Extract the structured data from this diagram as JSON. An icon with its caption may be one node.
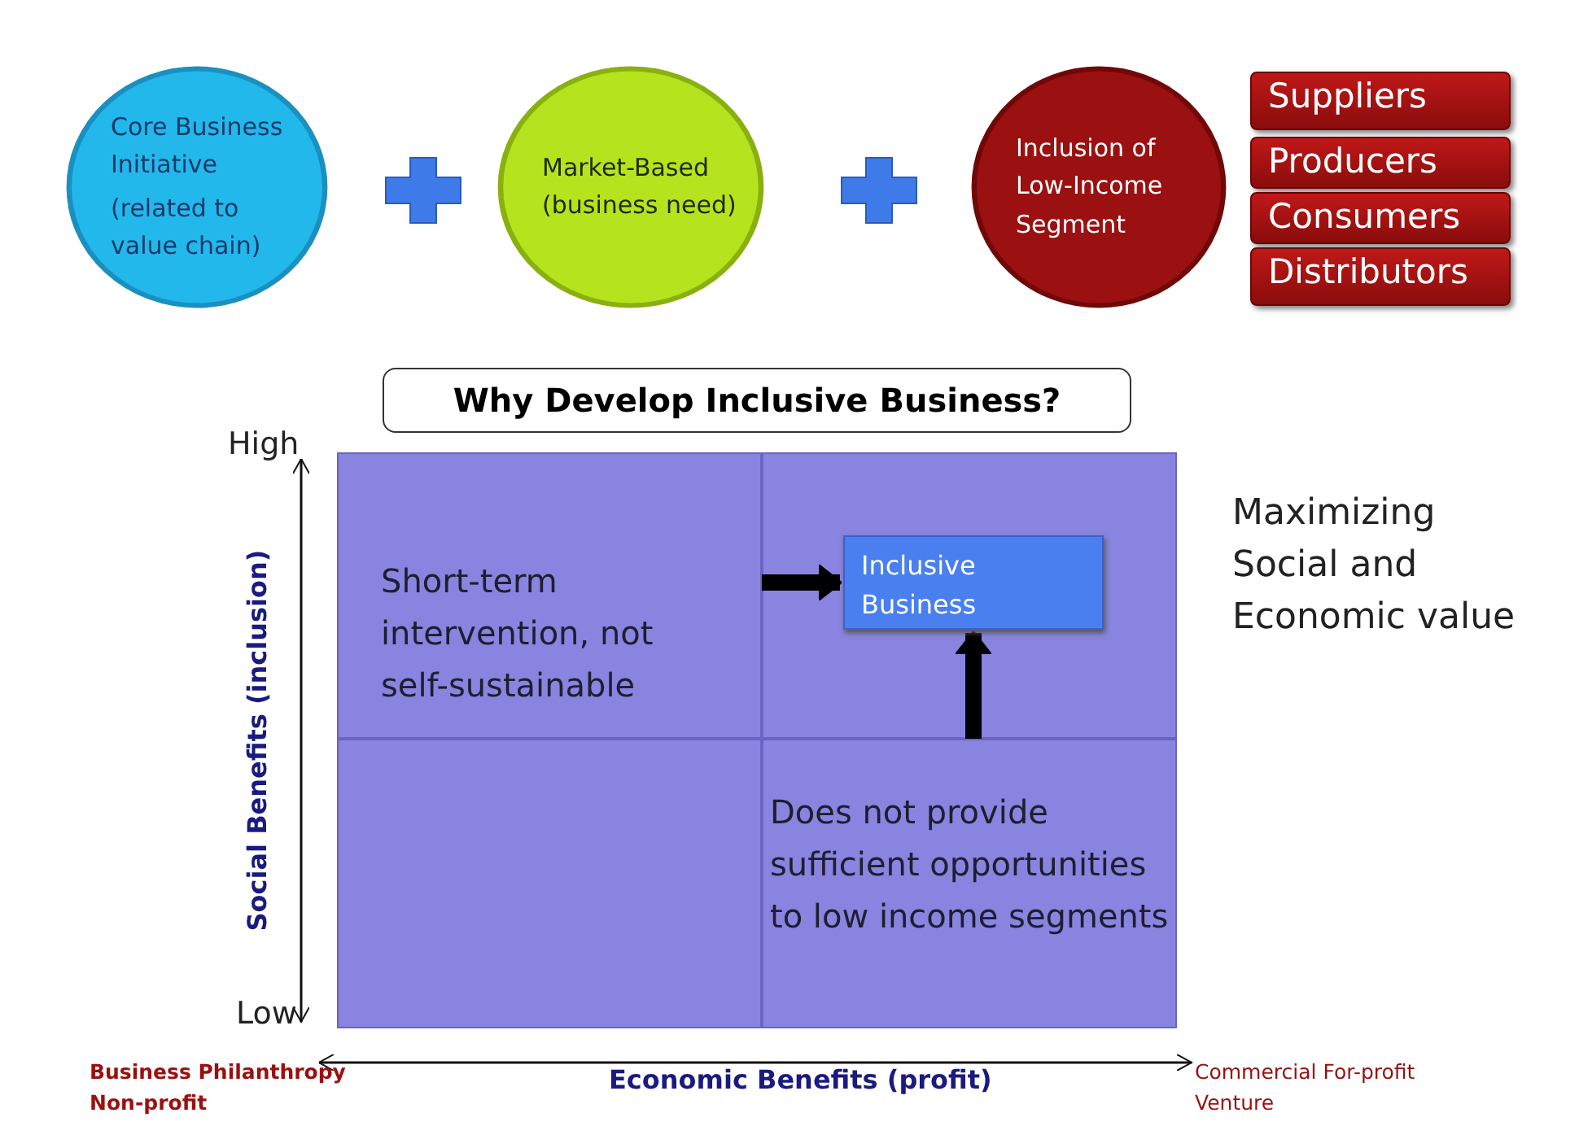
{
  "diagram": {
    "nodes": [
      {
        "text": [
          "Core Business Initiative",
          "(related to value chain)"
        ]
      },
      {
        "text": [
          "Market-Based (business need)"
        ]
      },
      {
        "text": [
          "Inclusion of Low-Income Segment"
        ]
      },
      {
        "text": [
          "Suppliers"
        ]
      },
      {
        "text": [
          "Producers"
        ]
      },
      {
        "text": [
          "Consumers"
        ]
      },
      {
        "text": [
          "Distributors"
        ]
      },
      {
        "text": [
          "Why Develop Inclusive Business?"
        ]
      },
      {
        "text": [
          "Short-term intervention, not self-sustainable"
        ]
      },
      {
        "text": [],
        "shape": "box"
      },
      {
        "text": [
          "Inclusive Business"
        ],
        "in": 9
      },
      {
        "text": [],
        "shape": "box"
      },
      {
        "text": [
          "Does not provide sufficient opportunities to low income segments"
        ]
      }
    ],
    "edges": [
      {
        "from": 8,
        "to": 10,
        "arrow": "to"
      },
      {
        "from": 12,
        "to": 10,
        "arrow": "to"
      }
    ],
    "labels": [
      "Maximizing Social and Economic value",
      "High",
      "Social Benefits (inclusion)",
      "Low",
      "Business Philanthropy Non-profit",
      "Economic Benefits (profit)",
      "Commercial For-profit Venture"
    ]
  }
}
